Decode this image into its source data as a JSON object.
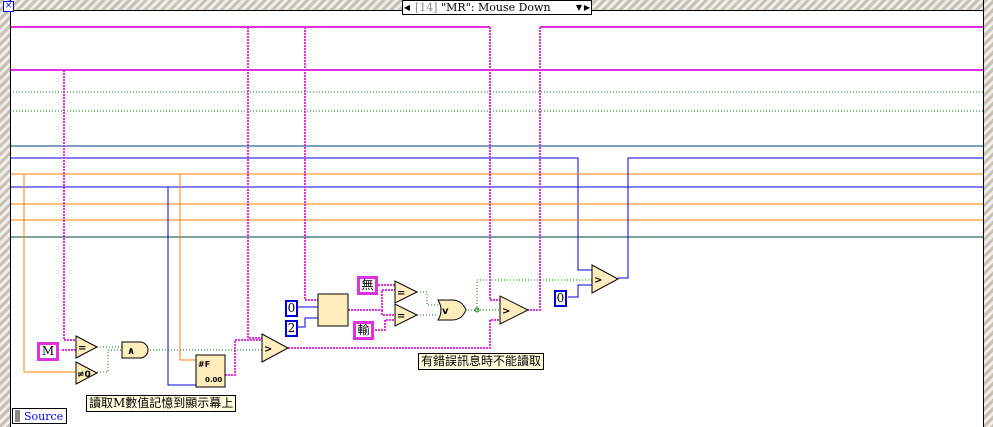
{
  "case_selector": {
    "index": "[14]",
    "label": "\"MR\": Mouse Down"
  },
  "constants": {
    "m": "M",
    "wu": "無",
    "shu": "輸",
    "zero_a": "0",
    "two": "2",
    "zero_b": "0"
  },
  "labels": {
    "read_m": "讀取M數值記憶到顯示幕上",
    "error": "有錯誤訊息時不能讀取"
  },
  "source_label": "Source",
  "colors": {
    "string": "#e030e0",
    "numeric": "#0000e0",
    "boolean": "#008000",
    "integer": "#ff7f00"
  }
}
